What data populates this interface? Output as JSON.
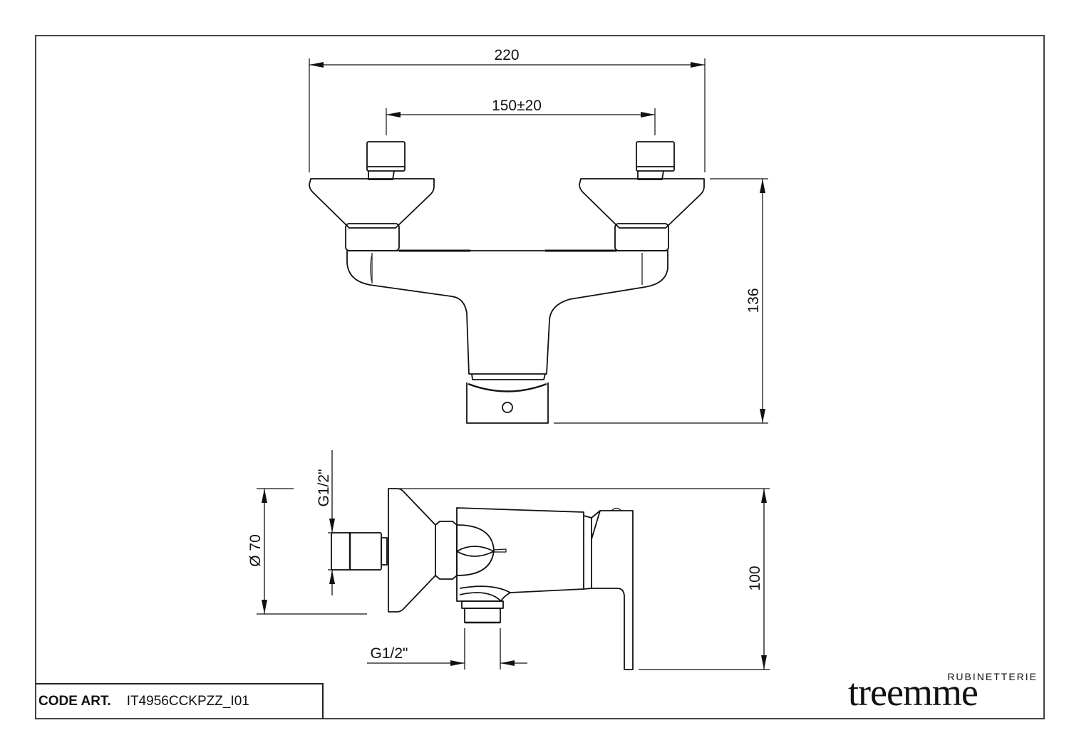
{
  "drawing": {
    "type": "technical drawing",
    "subject": "wall-mounted shower mixer",
    "views": [
      "front",
      "side"
    ]
  },
  "dimensions": {
    "overall_width": "220",
    "inlet_spacing": "150±20",
    "overall_height": "136",
    "escutcheon_diameter": "Ø  70",
    "inlet_thread": "G1/2\"",
    "outlet_thread": "G1/2\"",
    "projection_depth": "100"
  },
  "title_block": {
    "code_label": "CODE ART.",
    "code_value": "IT4956CCKPZZ_I01"
  },
  "brand": {
    "subtitle": "RUBINETTERIE",
    "name": "treemme"
  },
  "colors": {
    "line": "#111111",
    "background": "#ffffff",
    "frame": "#555555"
  }
}
